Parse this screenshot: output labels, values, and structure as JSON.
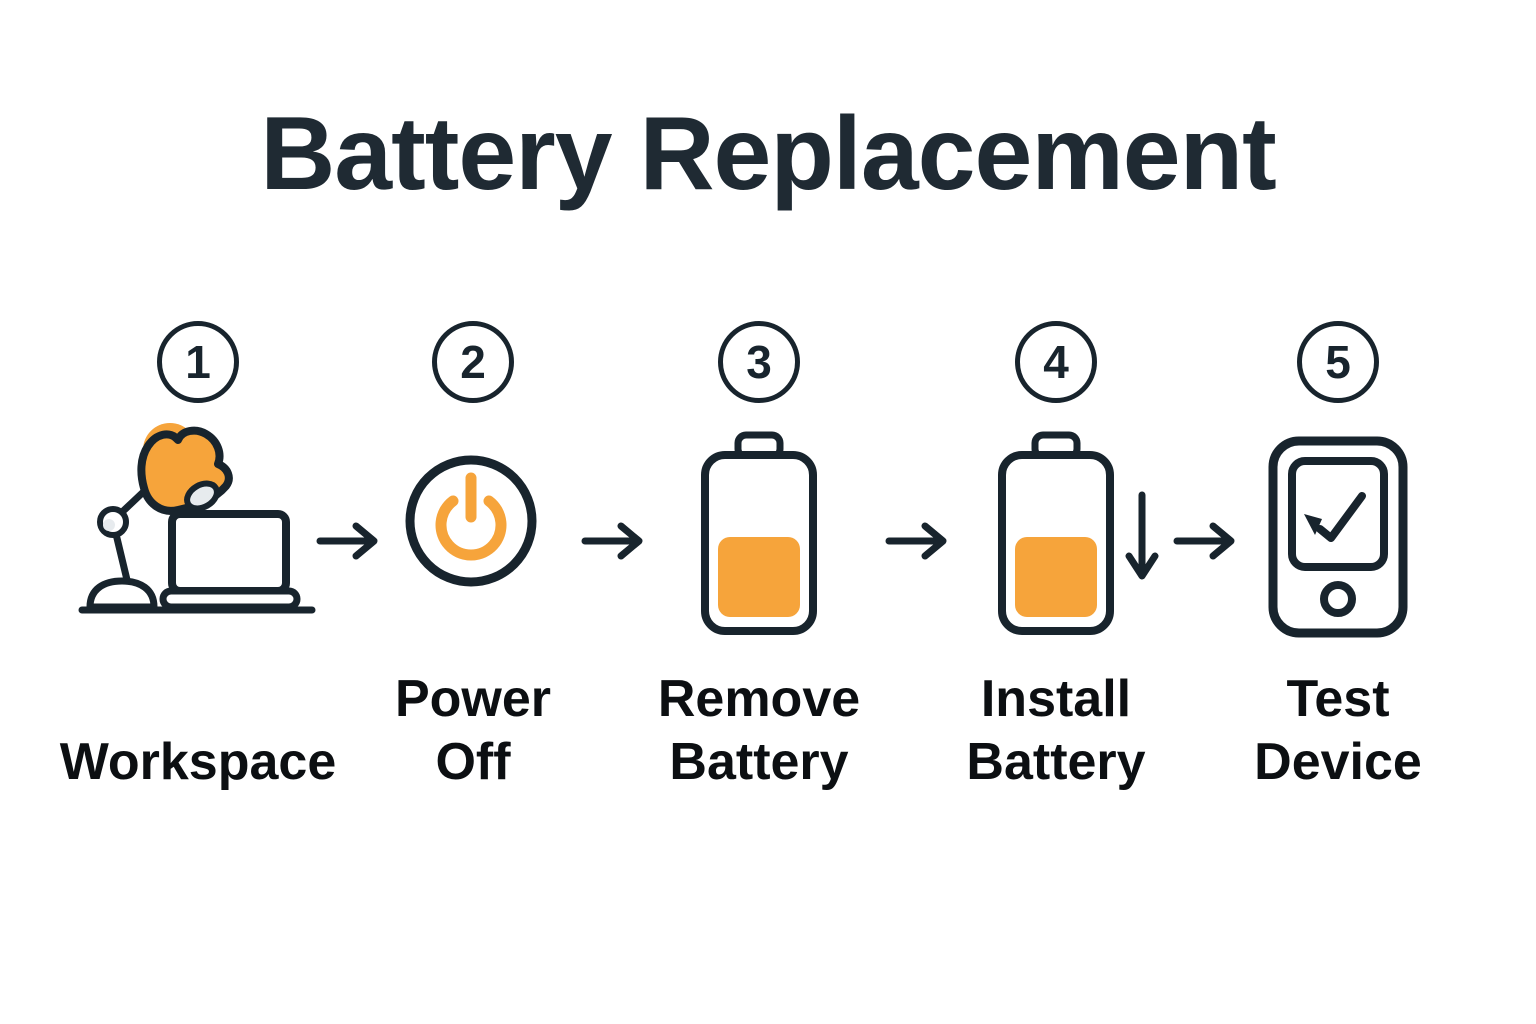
{
  "title": "Battery Replacement",
  "colors": {
    "background": "#ffffff",
    "outline_dark": "#18242d",
    "accent_orange": "#f6a43b",
    "title_text": "#1f2a33",
    "label_text": "#0c0f12"
  },
  "steps": [
    {
      "number": "1",
      "label_line1": "Workspace",
      "label_line2": "",
      "icon": "workspace-lamp-laptop-icon"
    },
    {
      "number": "2",
      "label_line1": "Power",
      "label_line2": "Off",
      "icon": "power-button-icon"
    },
    {
      "number": "3",
      "label_line1": "Remove",
      "label_line2": "Battery",
      "icon": "battery-half-icon"
    },
    {
      "number": "4",
      "label_line1": "Install",
      "label_line2": "Battery",
      "icon": "battery-half-icon"
    },
    {
      "number": "5",
      "label_line1": "Test",
      "label_line2": "Device",
      "icon": "phone-check-icon"
    }
  ],
  "connectors": [
    "arrow-right",
    "arrow-right",
    "arrow-right",
    "arrow-down",
    "arrow-right"
  ]
}
